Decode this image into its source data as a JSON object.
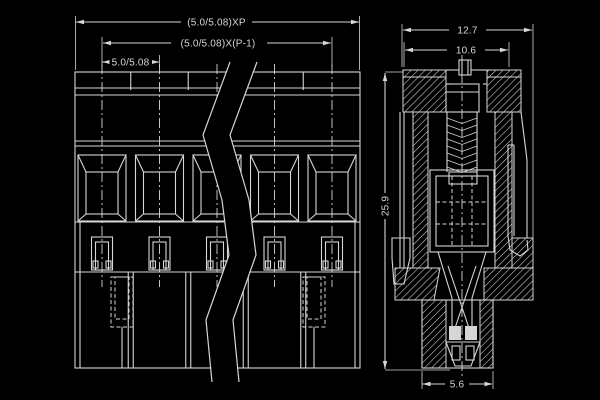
{
  "colors": {
    "background": "#000000",
    "line": "#d6d6d6"
  },
  "front_view": {
    "dims": {
      "total_pitch": "(5.0/5.08)XP",
      "pitch_n_minus_1": "(5.0/5.08)X(P-1)",
      "pitch": "5.0/5.08"
    }
  },
  "side_view": {
    "dims": {
      "outer_width": "12.7",
      "inner_width": "10.6",
      "height": "25.9",
      "pin_width": "5.6"
    }
  }
}
